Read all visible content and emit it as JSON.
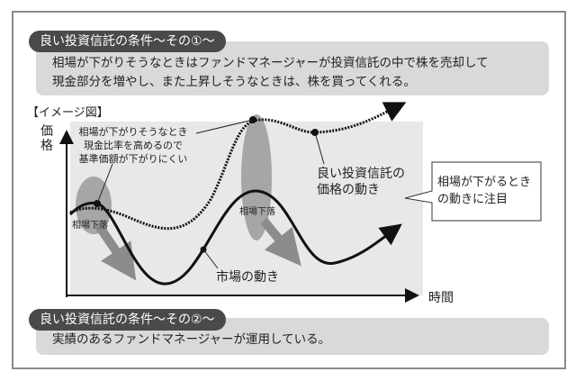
{
  "section1": {
    "title": "良い投資信託の条件〜その①〜",
    "line1": "相場が下がりそうなときはファンドマネージャーが投資信託の中で株を売却して",
    "line2": "現金部分を増やし、また上昇しそうなときは、株を買ってくれる。"
  },
  "diagram": {
    "label": "【イメージ図】",
    "y_axis": [
      "価",
      "格"
    ],
    "x_axis": "時間",
    "note": [
      "相場が下がりそうなとき",
      "現金比率を高めるので",
      "基準価額が下がりにくい"
    ],
    "drop_label": "相場下落",
    "fund_label": [
      "良い投資信託の",
      "価格の動き"
    ],
    "market_label": "市場の動き",
    "callout": [
      "相場が下がるとき",
      "の動きに注目"
    ]
  },
  "section2": {
    "title": "良い投資信託の条件〜その②〜",
    "line1": "実績のあるファンドマネージャーが運用している。"
  }
}
